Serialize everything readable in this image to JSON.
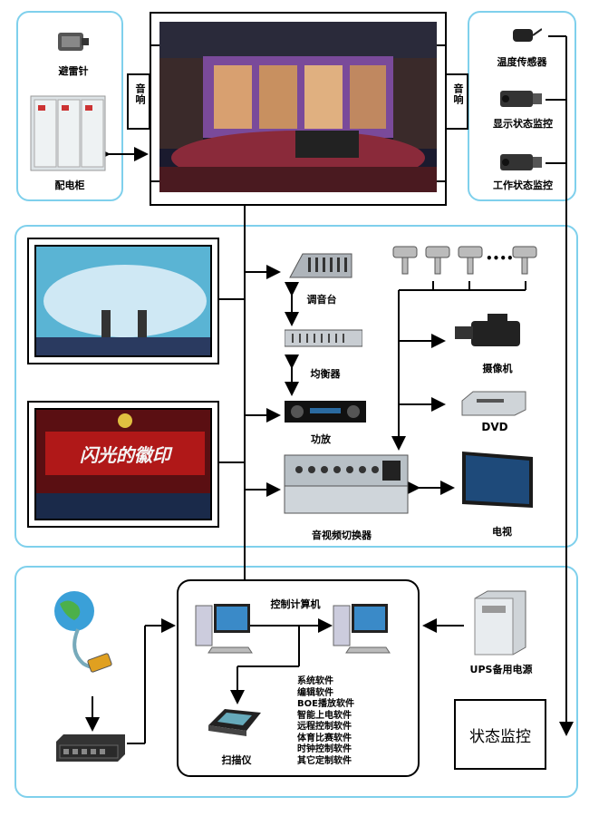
{
  "top": {
    "left_items": {
      "lightning_rod": "避雷针",
      "power_cabinet": "配电柜"
    },
    "speaker_left": "音响",
    "speaker_right": "音响",
    "right_items": {
      "temp_sensor": "温度传感器",
      "display_monitor": "显示状态监控",
      "work_monitor": "工作状态监控"
    }
  },
  "middle": {
    "mixer": "调音台",
    "equalizer": "均衡器",
    "amplifier": "功放",
    "av_switcher": "音视频切换器",
    "camera": "摄像机",
    "dvd": "DVD",
    "tv": "电视",
    "camera_dots": "••••",
    "stage_banner": "闪光的徽印"
  },
  "bottom": {
    "control_computer": "控制计算机",
    "scanner": "扫描仪",
    "ups": "UPS备用电源",
    "status_monitor": "状态监控",
    "software": [
      "系统软件",
      "编辑软件",
      "BOE播放软件",
      "智能上电软件",
      "远程控制软件",
      "体育比赛软件",
      "时钟控制软件",
      "其它定制软件"
    ]
  },
  "colors": {
    "panel_border": "#7fd0ec",
    "line": "#000000"
  }
}
